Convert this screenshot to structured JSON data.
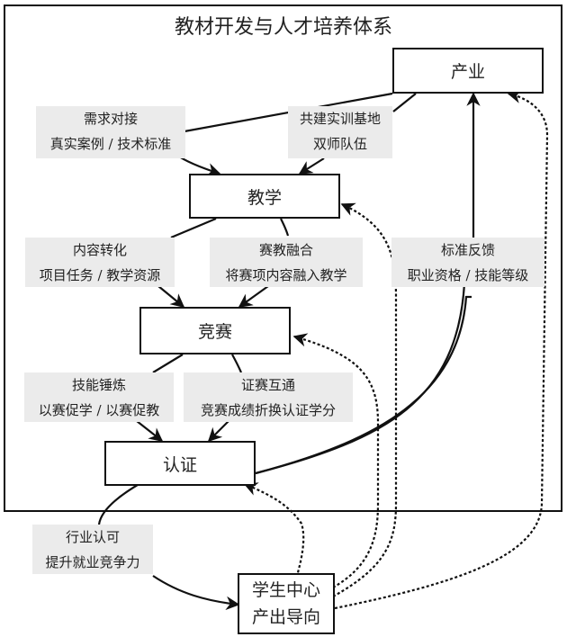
{
  "diagram": {
    "title": "教材开发与人才培养体系",
    "nodes": {
      "industry": "产业",
      "teaching": "教学",
      "competition": "竞赛",
      "certification": "认证",
      "student": {
        "line1": "学生中心",
        "line2": "产出导向"
      }
    },
    "edge_labels": {
      "industry_to_teaching_a": {
        "line1": "需求对接",
        "line2": "真实案例 / 技术标准"
      },
      "industry_to_teaching_b": {
        "line1": "共建实训基地",
        "line2": "双师队伍"
      },
      "teaching_to_competition_a": {
        "line1": "内容转化",
        "line2": "项目任务 / 教学资源"
      },
      "teaching_to_competition_b": {
        "line1": "赛教融合",
        "line2": "将赛项内容融入教学"
      },
      "certification_to_industry": {
        "line1": "标准反馈",
        "line2": "职业资格 / 技能等级"
      },
      "competition_to_certification_a": {
        "line1": "技能锤炼",
        "line2": "以赛促学 / 以赛促教"
      },
      "competition_to_certification_b": {
        "line1": "证赛互通",
        "line2": "竞赛成绩折换认证学分"
      },
      "certification_to_student": {
        "line1": "行业认可",
        "line2": "提升就业竞争力"
      }
    },
    "edges": [
      {
        "from": "industry",
        "to": "teaching",
        "style": "solid",
        "label": "industry_to_teaching_a"
      },
      {
        "from": "industry",
        "to": "teaching",
        "style": "solid",
        "label": "industry_to_teaching_b"
      },
      {
        "from": "teaching",
        "to": "competition",
        "style": "solid",
        "label": "teaching_to_competition_a"
      },
      {
        "from": "teaching",
        "to": "competition",
        "style": "solid",
        "label": "teaching_to_competition_b"
      },
      {
        "from": "competition",
        "to": "certification",
        "style": "solid",
        "label": "competition_to_certification_a"
      },
      {
        "from": "competition",
        "to": "certification",
        "style": "solid",
        "label": "competition_to_certification_b"
      },
      {
        "from": "certification",
        "to": "industry",
        "style": "solid",
        "label": "certification_to_industry"
      },
      {
        "from": "certification",
        "to": "student",
        "style": "solid",
        "label": "certification_to_student"
      },
      {
        "from": "student",
        "to": "certification",
        "style": "dashed"
      },
      {
        "from": "student",
        "to": "competition",
        "style": "dashed"
      },
      {
        "from": "student",
        "to": "teaching",
        "style": "dashed"
      },
      {
        "from": "student",
        "to": "industry",
        "style": "dashed"
      }
    ]
  }
}
